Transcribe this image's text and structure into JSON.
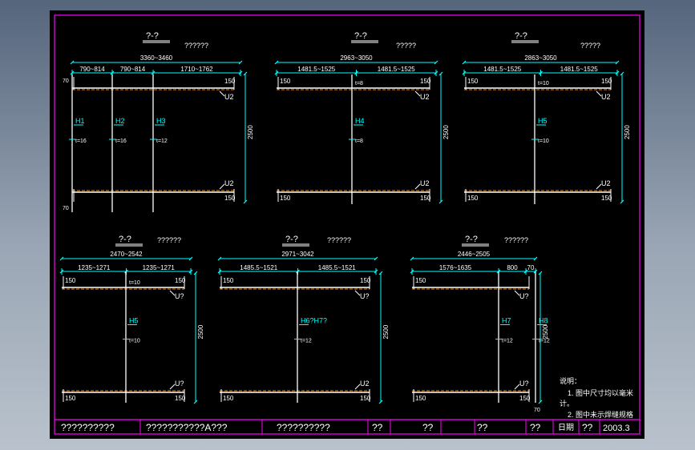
{
  "colors": {
    "background": "#000000",
    "frame": "#ff00ff",
    "section_line": "#ffffff",
    "dimension": "#00ffff",
    "dashed_weld": "#ff8800",
    "annotation_text": "#ffffff",
    "stiffener_label": "#00ffff"
  },
  "panels": [
    {
      "title": "?-?",
      "scale": "??????",
      "overall_dim": "3360~3460",
      "sub_dims": [
        "790~814",
        "790~814",
        "1710~1762"
      ],
      "left_mark": "70",
      "bottom_mark": "70",
      "height_dim": "2500",
      "top_flange": "150",
      "bottom_flange": "150",
      "top_weld": "U2",
      "bottom_weld": "U2",
      "stiffeners": [
        {
          "label": "H1",
          "thk": "t=16"
        },
        {
          "label": "H2",
          "thk": "t=16"
        },
        {
          "label": "H3",
          "thk": "t=12"
        }
      ]
    },
    {
      "title": "?-?",
      "scale": "?????",
      "overall_dim": "2963~3050",
      "sub_dims": [
        "1481.5~1525",
        "1481.5~1525"
      ],
      "height_dim": "2500",
      "left_flange": "150",
      "top_flange": "150",
      "bottom_left": "150",
      "bottom_flange": "150",
      "top_weld": "U2",
      "bottom_weld": "U2",
      "top_thk": "t=8",
      "stiffeners": [
        {
          "label": "H4",
          "thk": "t=8"
        }
      ]
    },
    {
      "title": "?-?",
      "scale": "?????",
      "overall_dim": "2863~3050",
      "sub_dims": [
        "1481.5~1525",
        "1481.5~1525"
      ],
      "height_dim": "2500",
      "left_flange": "150",
      "top_flange": "150",
      "bottom_left": "150",
      "bottom_flange": "150",
      "top_weld": "U2",
      "bottom_weld": "U2",
      "top_thk": "t=10",
      "stiffeners": [
        {
          "label": "H5",
          "thk": "t=10"
        }
      ]
    },
    {
      "title": "?-?",
      "scale": "??????",
      "overall_dim": "2470~2542",
      "sub_dims": [
        "1235~1271",
        "1235~1271"
      ],
      "height_dim": "2500",
      "left_flange": "150",
      "top_flange": "150",
      "bottom_left": "150",
      "bottom_flange": "150",
      "top_weld": "U?",
      "bottom_weld": "U?",
      "top_thk": "t=10",
      "stiffeners": [
        {
          "label": "H5",
          "thk": "t=10"
        }
      ]
    },
    {
      "title": "?-?",
      "scale": "??????",
      "overall_dim": "2971~3042",
      "sub_dims": [
        "1485.5~1521",
        "1485.5~1521"
      ],
      "height_dim": "2500",
      "left_flange": "150",
      "top_flange": "150",
      "bottom_left": "150",
      "bottom_flange": "150",
      "top_weld": "U?",
      "bottom_weld": "U2",
      "stiffeners": [
        {
          "label": "H6?H7?",
          "thk": "t=12"
        }
      ]
    },
    {
      "title": "?-?",
      "scale": "??????",
      "overall_dim": "2446~2505",
      "sub_dims": [
        "1576~1635",
        "800",
        "70"
      ],
      "height_dim": "2500",
      "left_flange": "150",
      "bottom_left": "150",
      "bottom_flange": "150",
      "right_bottom": "70",
      "top_weld": "U?",
      "bottom_weld": "U?",
      "stiffeners": [
        {
          "label": "H7",
          "thk": "t=12"
        },
        {
          "label": "H8",
          "thk": "t=12"
        }
      ]
    }
  ],
  "notes": {
    "heading": "说明：",
    "line1": "1. 图中尺寸均以毫米",
    "line1b": "计。",
    "line2": "2. 图中未示焊缝规格"
  },
  "title_block": [
    "??????????",
    "???????????A???",
    "??????????",
    "??",
    "??",
    "??",
    "??",
    "??",
    "2003.3"
  ],
  "title_block_label": "日期"
}
